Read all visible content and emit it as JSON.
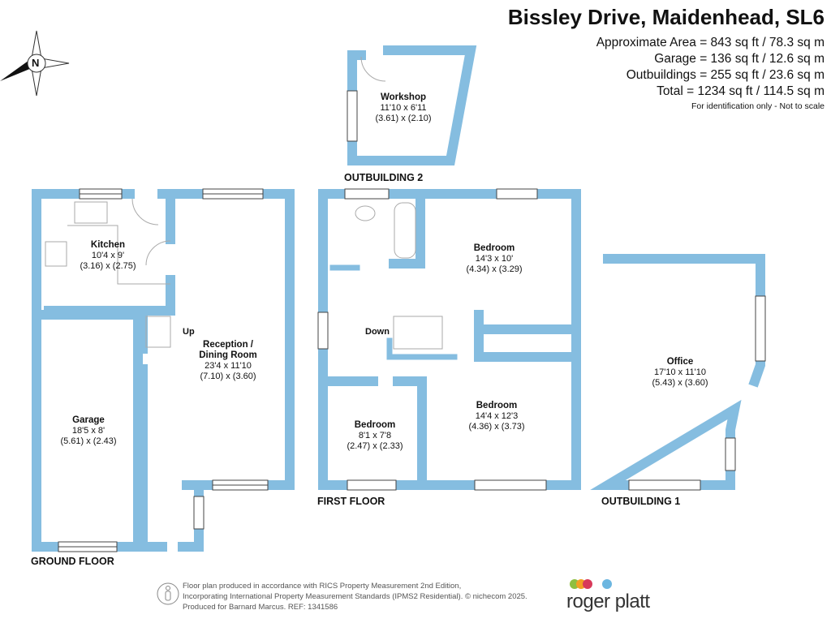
{
  "header": {
    "title": "Bissley Drive, Maidenhead, SL6",
    "areas": [
      "Approximate Area = 843 sq ft / 78.3 sq m",
      "Garage = 136 sq ft / 12.6 sq m",
      "Outbuildings = 255 sq ft / 23.6 sq m",
      "Total = 1234 sq ft / 114.5 sq m"
    ],
    "note": "For identification only - Not to scale"
  },
  "compass": {
    "label": "N"
  },
  "colors": {
    "wall": "#85bde0",
    "window": "#ffffff"
  },
  "floors": {
    "ground": "GROUND FLOOR",
    "first": "FIRST FLOOR",
    "outbuilding1": "OUTBUILDING 1",
    "outbuilding2": "OUTBUILDING 2"
  },
  "rooms": {
    "kitchen": {
      "name": "Kitchen",
      "imperial": "10'4 x 9'",
      "metric": "(3.16) x (2.75)"
    },
    "reception": {
      "name": "Reception /",
      "name2": "Dining Room",
      "imperial": "23'4 x 11'10",
      "metric": "(7.10) x (3.60)"
    },
    "garage": {
      "name": "Garage",
      "imperial": "18'5 x 8'",
      "metric": "(5.61) x (2.43)"
    },
    "bedroom1": {
      "name": "Bedroom",
      "imperial": "14'3 x 10'",
      "metric": "(4.34) x (3.29)"
    },
    "bedroom2": {
      "name": "Bedroom",
      "imperial": "14'4 x 12'3",
      "metric": "(4.36) x (3.73)"
    },
    "bedroom3": {
      "name": "Bedroom",
      "imperial": "8'1 x 7'8",
      "metric": "(2.47) x (2.33)"
    },
    "workshop": {
      "name": "Workshop",
      "imperial": "11'10 x 6'11",
      "metric": "(3.61) x (2.10)"
    },
    "office": {
      "name": "Office",
      "imperial": "17'10 x 11'10",
      "metric": "(5.43) x (3.60)"
    }
  },
  "stairs": {
    "up": "Up",
    "down": "Down"
  },
  "footer": {
    "line1": "Floor plan produced in accordance with RICS Property Measurement 2nd Edition,",
    "line2": "Incorporating International Property Measurement Standards (IPMS2 Residential).   © nichecom 2025.",
    "line3": "Produced for Barnard Marcus.   REF:  1341586"
  },
  "logo": {
    "text": "roger platt"
  }
}
